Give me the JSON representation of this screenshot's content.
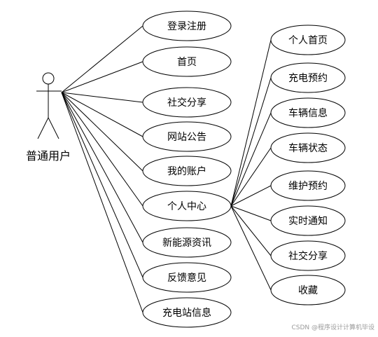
{
  "actor": {
    "label": "普通用户"
  },
  "left_use_cases": [
    "登录注册",
    "首页",
    "社交分享",
    "网站公告",
    "我的账户",
    "个人中心",
    "新能源资讯",
    "反馈意见",
    "充电站信息"
  ],
  "right_use_cases": [
    "个人首页",
    "充电预约",
    "车辆信息",
    "车辆状态",
    "维护预约",
    "实时通知",
    "社交分享",
    "收藏"
  ],
  "watermark": "CSDN @程序设计计算机毕设"
}
